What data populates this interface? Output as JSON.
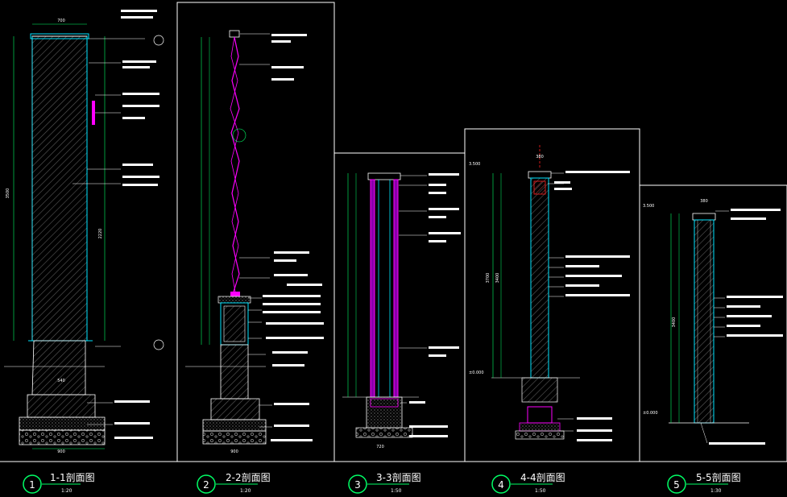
{
  "colors": {
    "background": "#000000",
    "frame": "#ffffff",
    "cyan": "#00e5ff",
    "magenta": "#ff00ff",
    "green": "#00ff66",
    "hatch": "#6a6a6a",
    "red": "#ff2020"
  },
  "sections": [
    {
      "number": "1",
      "title": "1-1剖面图",
      "scale": "1:20"
    },
    {
      "number": "2",
      "title": "2-2剖面图",
      "scale": "1:20"
    },
    {
      "number": "3",
      "title": "3-3剖面图",
      "scale": "1:50"
    },
    {
      "number": "4",
      "title": "4-4剖面图",
      "scale": "1:50"
    },
    {
      "number": "5",
      "title": "5-5剖面图",
      "scale": "1:30"
    }
  ],
  "dims": {
    "s1_top": "700",
    "s1_height": "3500",
    "s1_mid": "2220",
    "s1_base": "900",
    "s1_base_w": "540",
    "s4_top": "380",
    "s4_height": "3400",
    "s4_total": "3700",
    "s4_level_top": "3.500",
    "s4_level_base": "±0.000",
    "s5_top": "380",
    "s5_height": "3400",
    "s5_level_top": "3.500",
    "s5_level_base": "±0.000",
    "s3_width": "720",
    "s2_base": "900"
  }
}
